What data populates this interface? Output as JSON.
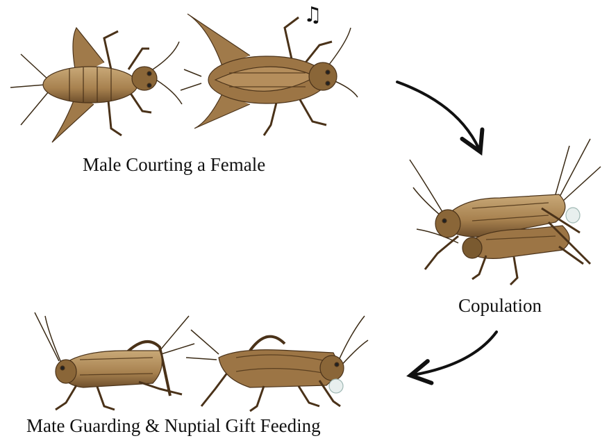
{
  "stages": {
    "courting": "Male Courting a Female",
    "copulation": "Copulation",
    "guarding": "Mate Guarding & Nuptial Gift Feeding"
  },
  "icons": {
    "song_note": "♫"
  },
  "colors": {
    "body": "#b89462",
    "body_dark": "#6e4f2c",
    "stripe": "#4a3219",
    "wing": "#a07a4a",
    "arrow": "#111111",
    "gift": "#e8efee"
  }
}
